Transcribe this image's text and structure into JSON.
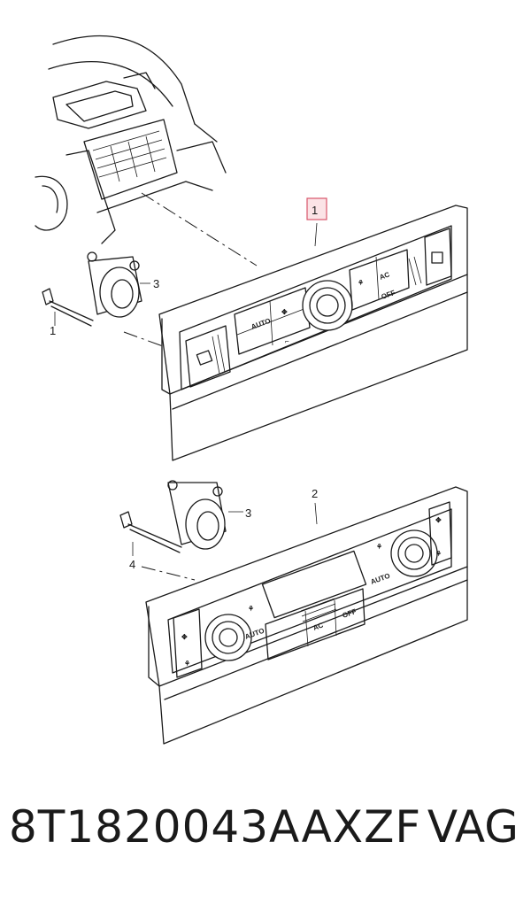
{
  "callouts": {
    "c1": "1",
    "c2": "2",
    "c3a": "3",
    "c3b": "3",
    "c4": "4",
    "c5": "1"
  },
  "buttons": {
    "ac": "AC",
    "off": "OFF",
    "auto": "AUTO"
  },
  "caption": {
    "part_number": "8T1820043AAXZF",
    "brand": "VAG"
  }
}
